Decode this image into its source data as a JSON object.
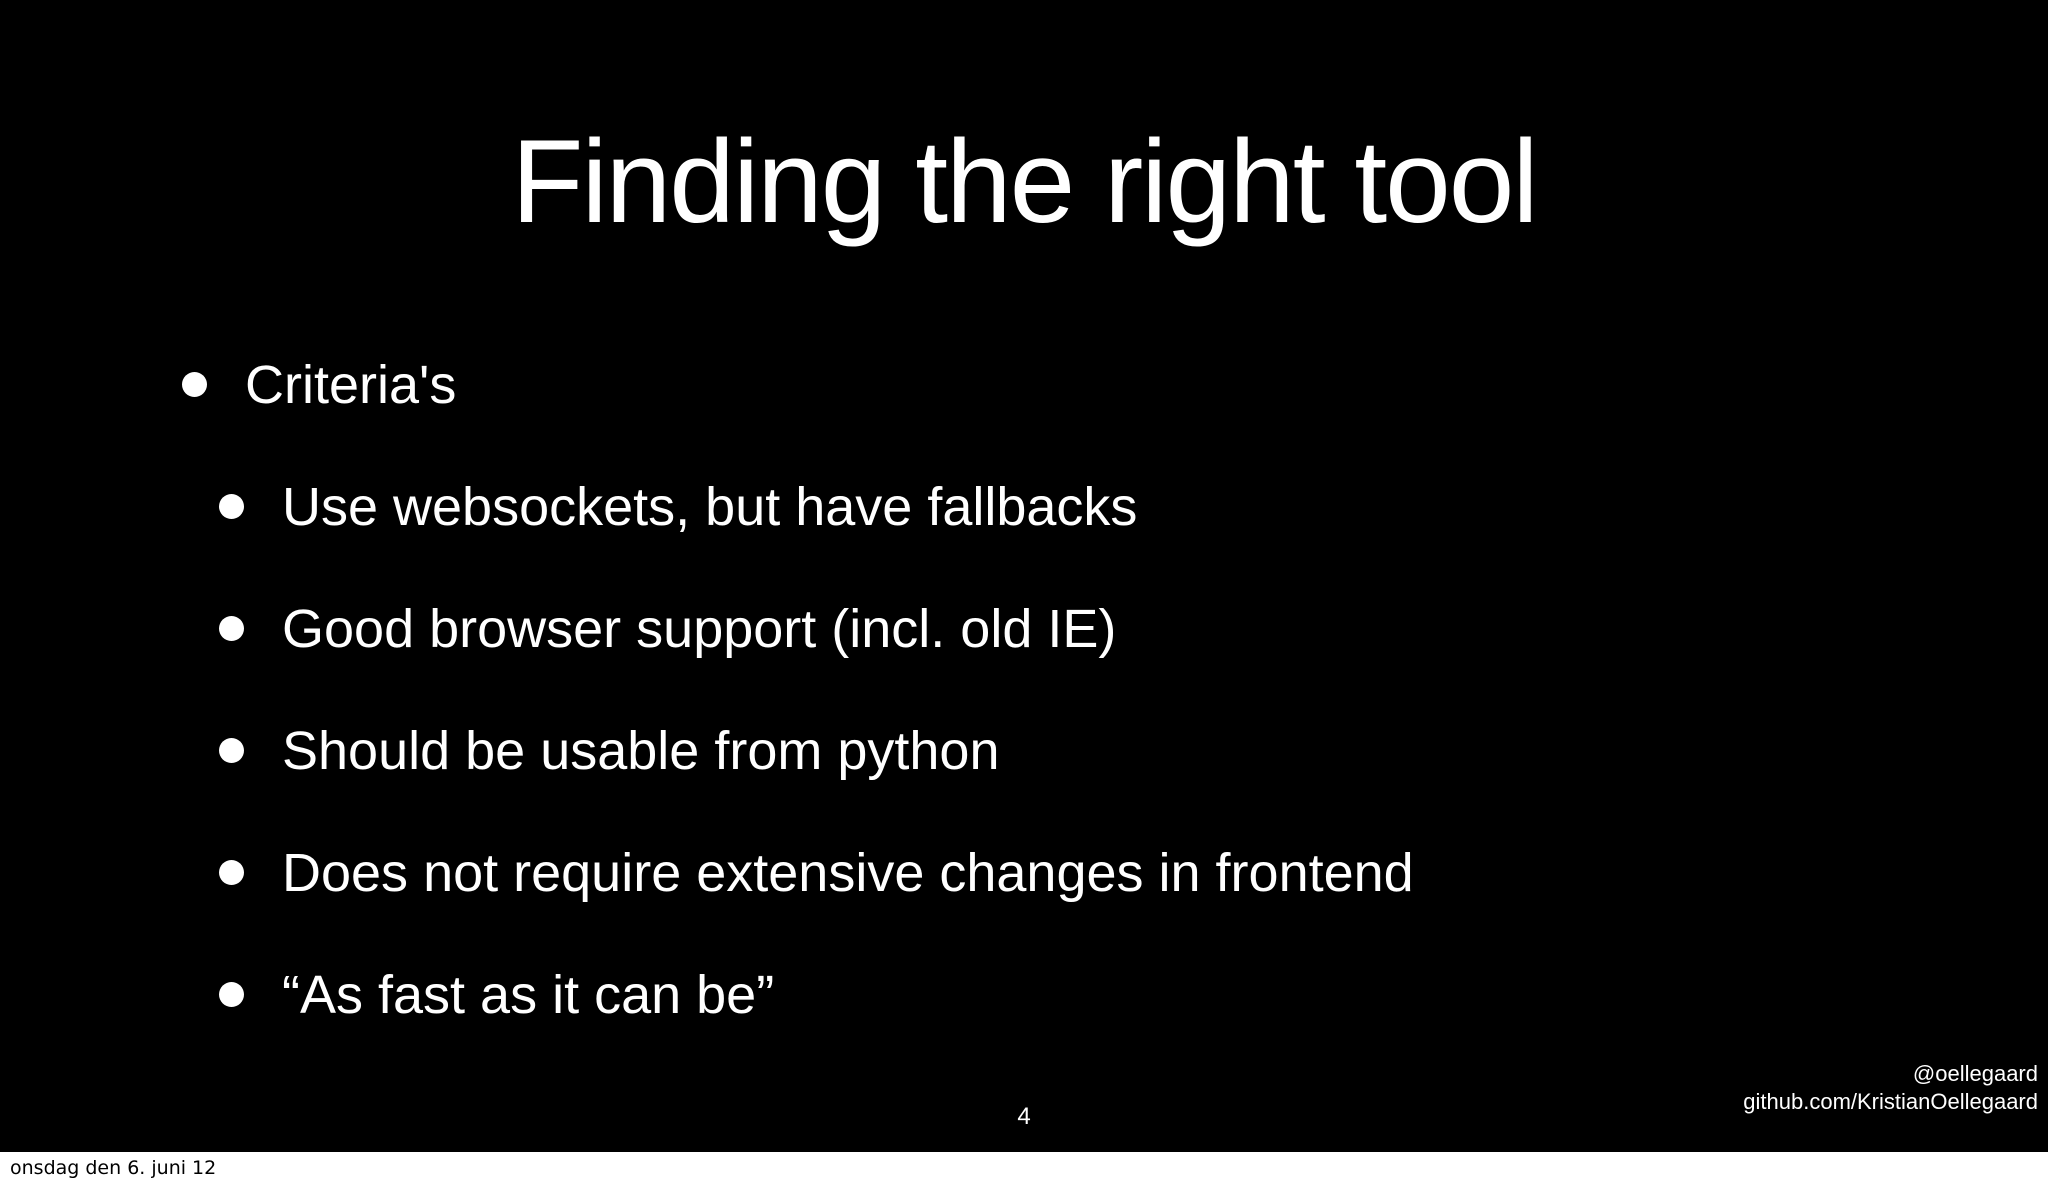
{
  "slide": {
    "title": "Finding the right tool",
    "bullets": [
      {
        "level": 1,
        "text": "Criteria's"
      },
      {
        "level": 2,
        "text": "Use websockets, but have fallbacks"
      },
      {
        "level": 2,
        "text": "Good browser support (incl. old IE)"
      },
      {
        "level": 2,
        "text": "Should be usable from python"
      },
      {
        "level": 2,
        "text": "Does not require extensive changes in frontend"
      },
      {
        "level": 2,
        "text": "“As fast as it can be”"
      }
    ],
    "page_number": "4",
    "credits": {
      "handle": "@oellegaard",
      "github": "github.com/KristianOellegaard"
    }
  },
  "footer": {
    "date": "onsdag den 6. juni 12"
  },
  "colors": {
    "slide_background": "#000000",
    "slide_text": "#ffffff",
    "footer_background": "#ffffff",
    "footer_text": "#000000"
  }
}
